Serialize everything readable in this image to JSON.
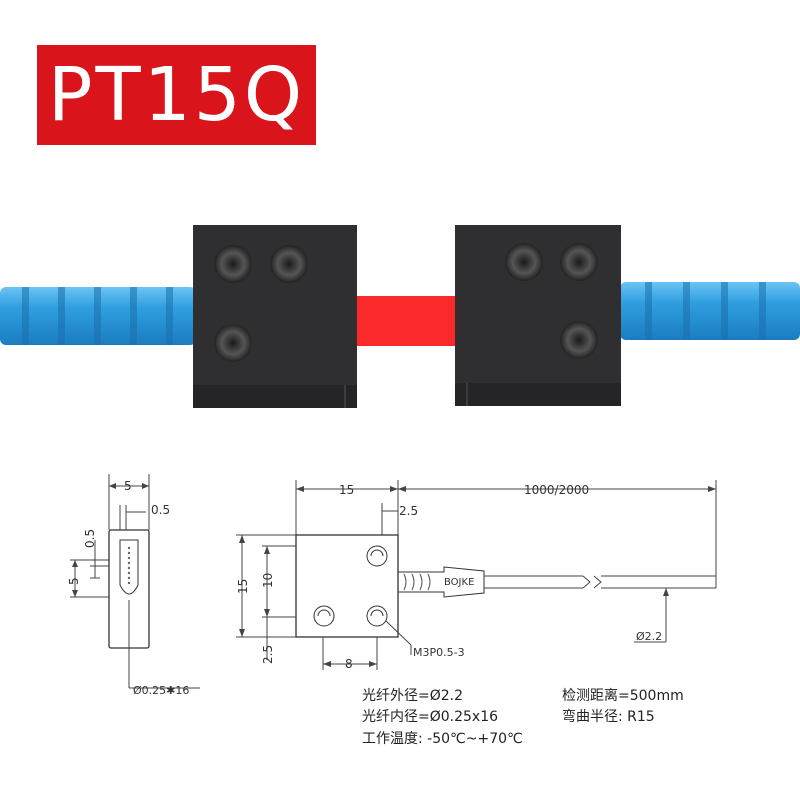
{
  "title": "PT15Q",
  "colors": {
    "title_bg": "#d9141b",
    "fiber": "#2d9fe0",
    "block": "#2f2f31",
    "beam": "#fb2a2a",
    "line": "#444444"
  },
  "side_view": {
    "dim_width": "5",
    "dim_edge": "0.5",
    "dim_top_gap": "0.5",
    "dim_height": "5",
    "fiber_label": "Ø0.25✱16"
  },
  "front_view": {
    "dim_width": "15",
    "dim_length": "1000/2000",
    "dim_hole_offset": "2.5",
    "dim_height": "15",
    "dim_hole_pitch_v": "10",
    "dim_bottom": "2.5",
    "dim_hole_pitch_h": "8",
    "brand": "BOJKE",
    "screw_label": "M3P0.5-3",
    "cable_dia_label": "Ø2.2"
  },
  "specs": [
    {
      "label": "光纤外径=Ø2.2"
    },
    {
      "label": "光纤内径=Ø0.25x16"
    },
    {
      "label": "工作温度: -50℃~+70℃"
    },
    {
      "label": "检测距离=500mm"
    },
    {
      "label": "弯曲半径:  R15"
    }
  ]
}
